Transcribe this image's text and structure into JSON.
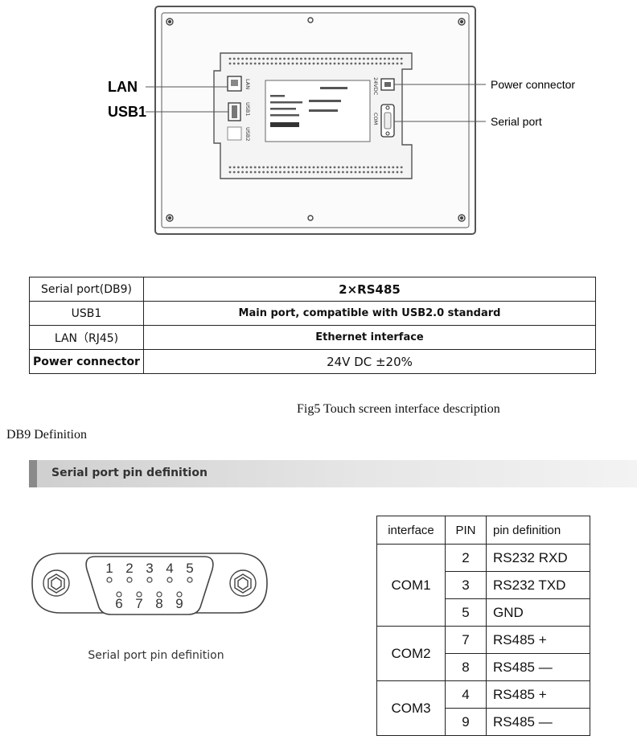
{
  "device": {
    "callouts_left": [
      "LAN",
      "USB1"
    ],
    "callouts_right": [
      "Power connector",
      "Serial port"
    ],
    "port_labels": [
      "LAN",
      "USB1",
      "USB2",
      "24VDC",
      "COM"
    ]
  },
  "interface_table": {
    "rows": [
      {
        "name": "Serial port(DB9)",
        "desc": "2×RS485"
      },
      {
        "name": "USB1",
        "desc": "Main port, compatible with USB2.0 standard"
      },
      {
        "name": "LAN（RJ45)",
        "desc": "Ethernet interface"
      },
      {
        "name": "Power connector",
        "desc": "24V DC ±20%"
      }
    ]
  },
  "figure_caption": "Fig5 Touch screen interface description",
  "db9_heading": "DB9 Definition",
  "section_bar_label": "Serial port pin definition",
  "connector": {
    "pins_top": [
      "1",
      "2",
      "3",
      "4",
      "5"
    ],
    "pins_bottom": [
      "6",
      "7",
      "8",
      "9"
    ],
    "caption": "Serial port pin definition"
  },
  "pin_table": {
    "headers": [
      "interface",
      "PIN",
      "pin definition"
    ],
    "groups": [
      {
        "interface": "COM1",
        "rows": [
          {
            "pin": "2",
            "def": "RS232 RXD"
          },
          {
            "pin": "3",
            "def": "RS232 TXD"
          },
          {
            "pin": "5",
            "def": "GND"
          }
        ]
      },
      {
        "interface": "COM2",
        "rows": [
          {
            "pin": "7",
            "def": "RS485 +"
          },
          {
            "pin": "8",
            "def": "RS485 —"
          }
        ]
      },
      {
        "interface": "COM3",
        "rows": [
          {
            "pin": "4",
            "def": "RS485 +"
          },
          {
            "pin": "9",
            "def": "RS485 —"
          }
        ]
      }
    ]
  }
}
